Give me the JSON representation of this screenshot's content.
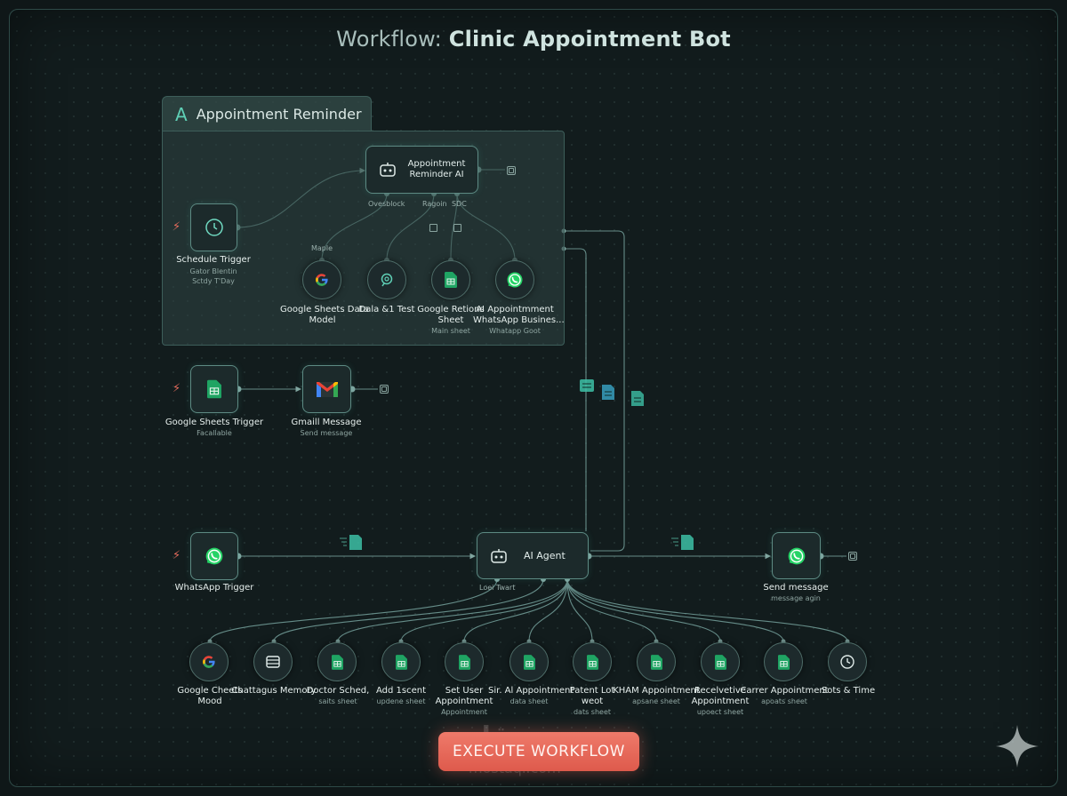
{
  "title": {
    "prefix": "Workflow:",
    "name": "Clinic Appointment Bot"
  },
  "group": {
    "glyph": "A",
    "label": "Appointment Reminder",
    "ai_node": {
      "label": "Appointment Reminder AI"
    },
    "ai_ports": [
      "Ovesblock",
      "Ragoin",
      "SDC"
    ],
    "maple": "Maple",
    "schedule": {
      "label": "Schedule Trigger",
      "sub1": "Gator Blentin",
      "sub2": "Sctdy T'Day"
    },
    "tools": [
      {
        "icon": "google-icon",
        "label": "Google Sheets Data",
        "label2": "Model",
        "sub": ""
      },
      {
        "icon": "search-icon",
        "label": "Dala &1 Test",
        "label2": "",
        "sub": ""
      },
      {
        "icon": "sheets-icon",
        "label": "Google Retions",
        "label2": "Sheet",
        "sub": "Main sheet"
      },
      {
        "icon": "whatsapp-icon",
        "label": "AI Appointmment",
        "label2": "WhatsApp Busines...",
        "sub": "Whatapp Goot"
      }
    ]
  },
  "sheets_flow": {
    "trigger": {
      "icon": "sheets-icon",
      "label": "Google Sheets Trigger",
      "sub": "Facallable"
    },
    "gmail": {
      "icon": "gmail-icon",
      "label": "Gmaill Message",
      "sub": "Send message"
    }
  },
  "main_flow": {
    "whatsapp_trigger": {
      "icon": "whatsapp-icon",
      "label": "WhatsApp Trigger"
    },
    "agent": {
      "icon": "robot-icon",
      "label": "AI Agent",
      "port_label": "Loei Twart"
    },
    "send": {
      "icon": "whatsapp-icon",
      "label": "Send message",
      "sub": "message agin"
    }
  },
  "tools": [
    {
      "icon": "google-icon",
      "label": "Google Cheets",
      "label2": "Mood",
      "sub": ""
    },
    {
      "icon": "database-icon",
      "label": "Chattagus Memory",
      "label2": "",
      "sub": ""
    },
    {
      "icon": "sheets-icon",
      "label": "Doctor Sched,",
      "label2": "",
      "sub": "saits sheet"
    },
    {
      "icon": "sheets-icon",
      "label": "Add 1scent",
      "label2": "",
      "sub": "updene sheet"
    },
    {
      "icon": "sheets-icon",
      "label": "Set User",
      "label2": "Appointment",
      "sub": "Appointment"
    },
    {
      "icon": "sheets-icon",
      "label": "Sir. Al Appointment",
      "label2": "",
      "sub": "data sheet"
    },
    {
      "icon": "sheets-icon",
      "label": "Patent Lot",
      "label2": "weot",
      "sub": "dats sheet"
    },
    {
      "icon": "sheets-icon",
      "label": "KHAM Appointment",
      "label2": "",
      "sub": "apsane sheet"
    },
    {
      "icon": "sheets-icon",
      "label": "Recelvetive",
      "label2": "Appointment",
      "sub": "upoect sheet"
    },
    {
      "icon": "sheets-icon",
      "label": "Carrer Appointment",
      "label2": "",
      "sub": "apoats sheet"
    },
    {
      "icon": "clock-icon",
      "label": "Sots & Time",
      "label2": "",
      "sub": ""
    }
  ],
  "execute_label": "EXECUTE WORKFLOW",
  "watermark": {
    "ar": "مستقل",
    "en": "mostaql.com"
  },
  "colors": {
    "accent": "#5fd0b6",
    "wire": "#6f9994",
    "button": "#e4604f",
    "background": "#121c1d"
  }
}
